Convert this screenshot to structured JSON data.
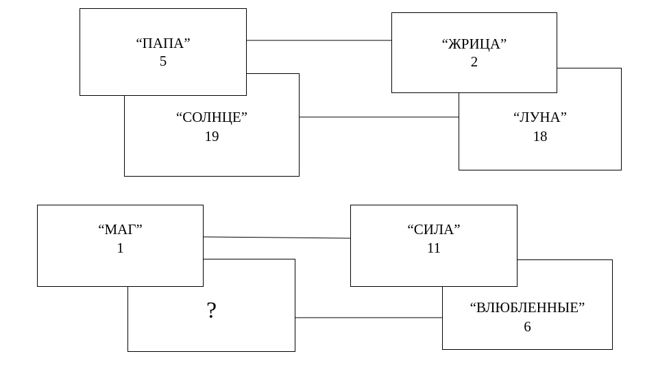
{
  "cards": {
    "papa": {
      "name": "“ПАПА”",
      "number": "5"
    },
    "solntse": {
      "name": "“СОЛНЦЕ”",
      "number": "19"
    },
    "zhritsa": {
      "name": "“ЖРИЦА”",
      "number": "2"
    },
    "luna": {
      "name": "“ЛУНА”",
      "number": "18"
    },
    "mag": {
      "name": "“МАГ”",
      "number": "1"
    },
    "unknown": {
      "name": "?"
    },
    "sila": {
      "name": "“СИЛА”",
      "number": "11"
    },
    "vlyublennye": {
      "name": "“ВЛЮБЛЕННЫЕ”",
      "number": "6"
    }
  }
}
